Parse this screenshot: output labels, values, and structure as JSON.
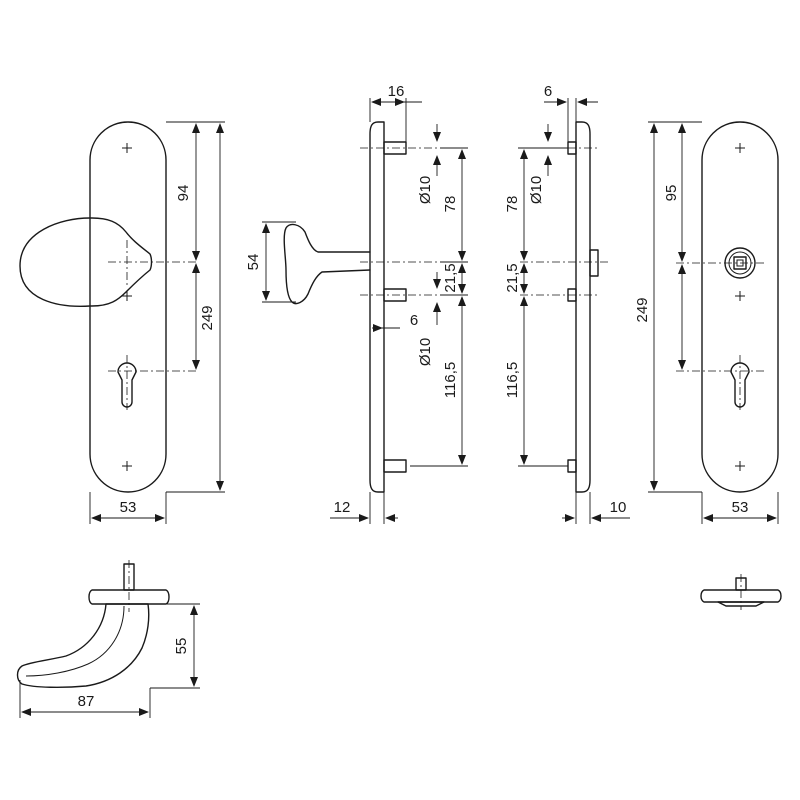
{
  "front_left": {
    "dim_94": "94",
    "dim_249": "249",
    "dim_53": "53"
  },
  "side_left": {
    "dim_16": "16",
    "dim_54": "54",
    "dim_d10_top": "Ø10",
    "dim_78": "78",
    "dim_21_5": "21,5",
    "dim_6": "6",
    "dim_d10_bottom": "Ø10",
    "dim_116_5": "116,5",
    "dim_12": "12"
  },
  "side_right": {
    "dim_6": "6",
    "dim_78": "78",
    "dim_d10": "Ø10",
    "dim_21_5": "21,5",
    "dim_116_5": "116,5",
    "dim_10": "10"
  },
  "front_right": {
    "dim_95": "95",
    "dim_249": "249",
    "dim_53": "53"
  },
  "top_left": {
    "dim_55": "55",
    "dim_87": "87"
  }
}
